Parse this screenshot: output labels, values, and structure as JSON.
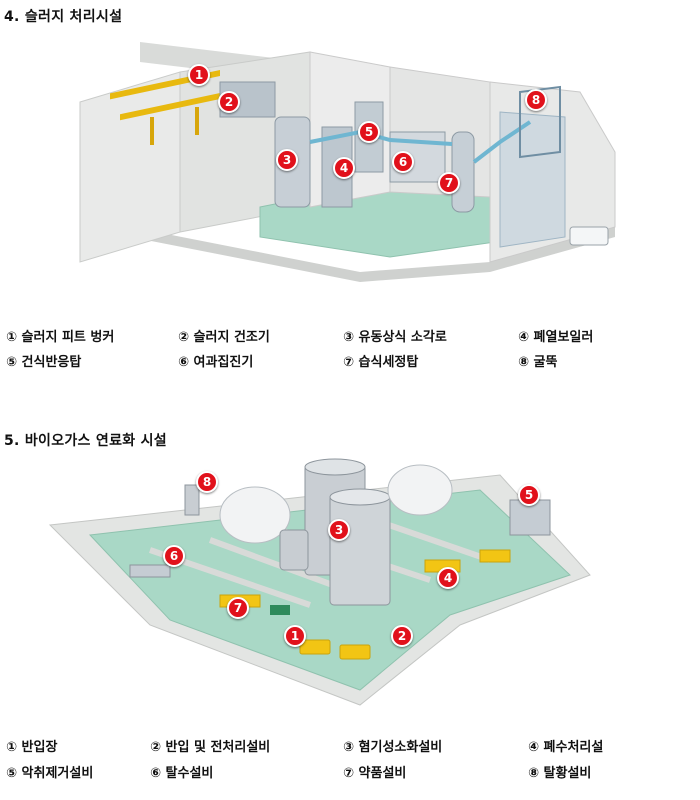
{
  "sections": [
    {
      "title": "4. 슬러지 처리시설",
      "markers": [
        "1",
        "2",
        "3",
        "4",
        "5",
        "6",
        "7",
        "8"
      ],
      "legend": [
        "① 슬러지 피트 벙커",
        "② 슬러지 건조기",
        "③ 유동상식 소각로",
        "④ 폐열보일러",
        "⑤ 건식반응탑",
        "⑥ 여과집진기",
        "⑦ 습식세정탑",
        "⑧ 굴뚝"
      ]
    },
    {
      "title": "5. 바이오가스 연료화 시설",
      "markers": [
        "1",
        "2",
        "3",
        "4",
        "5",
        "6",
        "7",
        "8"
      ],
      "legend": [
        "① 반입장",
        "② 반입 및 전처리설비",
        "③ 혐기성소화설비",
        "④ 폐수처리설",
        "⑤ 악취제거설비",
        "⑥ 탈수설비",
        "⑦ 약품설비",
        "⑧ 탈황설비"
      ]
    }
  ],
  "colors": {
    "marker": "#e1111b",
    "wall": "#e6e7e6",
    "floor": "#a9d8c6",
    "tank": "#cdd3da",
    "accent": "#f2c514"
  }
}
